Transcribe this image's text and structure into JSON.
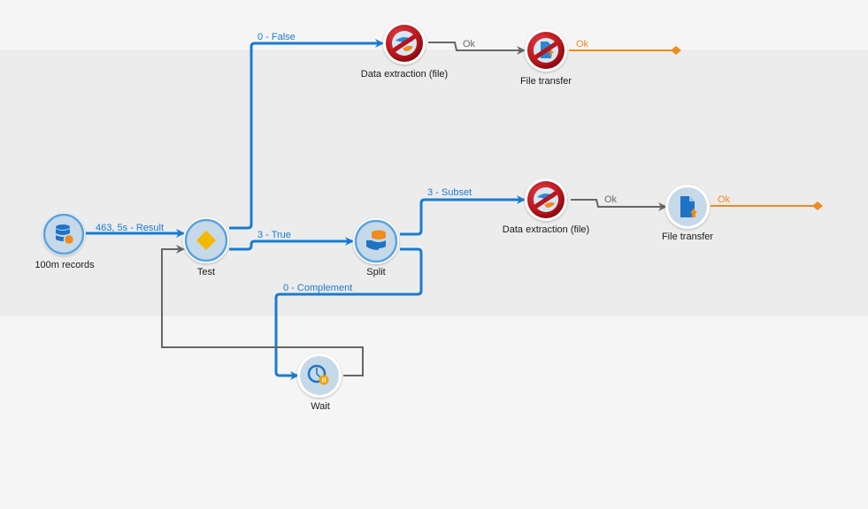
{
  "colors": {
    "transition_active": "#1a7bd0",
    "transition_inactive": "#666666",
    "transition_pending": "#f08a1c",
    "node_fill": "#c6d9e8",
    "node_ring": "#5aa3e0",
    "disabled_red": "#c0141b"
  },
  "nodes": [
    {
      "id": "100m-records",
      "label": "100m records",
      "icon": "database-query-icon",
      "state": "active"
    },
    {
      "id": "test",
      "label": "Test",
      "icon": "test-diamond-icon",
      "state": "active"
    },
    {
      "id": "split",
      "label": "Split",
      "icon": "split-database-icon",
      "state": "active"
    },
    {
      "id": "wait",
      "label": "Wait",
      "icon": "clock-pause-icon",
      "state": "active"
    },
    {
      "id": "data-extraction-1",
      "label": "Data extraction (file)",
      "icon": "disabled-prohibited-icon",
      "state": "disabled"
    },
    {
      "id": "file-transfer-1",
      "label": "File transfer",
      "icon": "disabled-prohibited-icon",
      "state": "disabled"
    },
    {
      "id": "data-extraction-2",
      "label": "Data extraction (file)",
      "icon": "disabled-prohibited-icon",
      "state": "disabled"
    },
    {
      "id": "file-transfer-2",
      "label": "File transfer",
      "icon": "file-upload-icon",
      "state": "normal"
    }
  ],
  "edges": [
    {
      "from": "100m-records",
      "to": "test",
      "label": "463, 5s - Result",
      "style": "active"
    },
    {
      "from": "test",
      "to": "data-extraction-1",
      "label": "0 - False",
      "style": "active"
    },
    {
      "from": "test",
      "to": "split",
      "label": "3 - True",
      "style": "active"
    },
    {
      "from": "split",
      "to": "data-extraction-2",
      "label": "3 - Subset",
      "style": "active"
    },
    {
      "from": "split",
      "to": "wait",
      "label": "0 - Complement",
      "style": "active"
    },
    {
      "from": "wait",
      "to": "test",
      "label": "",
      "style": "inactive"
    },
    {
      "from": "data-extraction-1",
      "to": "file-transfer-1",
      "label": "Ok",
      "style": "inactive"
    },
    {
      "from": "file-transfer-1",
      "to": "end-1",
      "label": "Ok",
      "style": "pending"
    },
    {
      "from": "data-extraction-2",
      "to": "file-transfer-2",
      "label": "Ok",
      "style": "inactive"
    },
    {
      "from": "file-transfer-2",
      "to": "end-2",
      "label": "Ok",
      "style": "pending"
    }
  ]
}
